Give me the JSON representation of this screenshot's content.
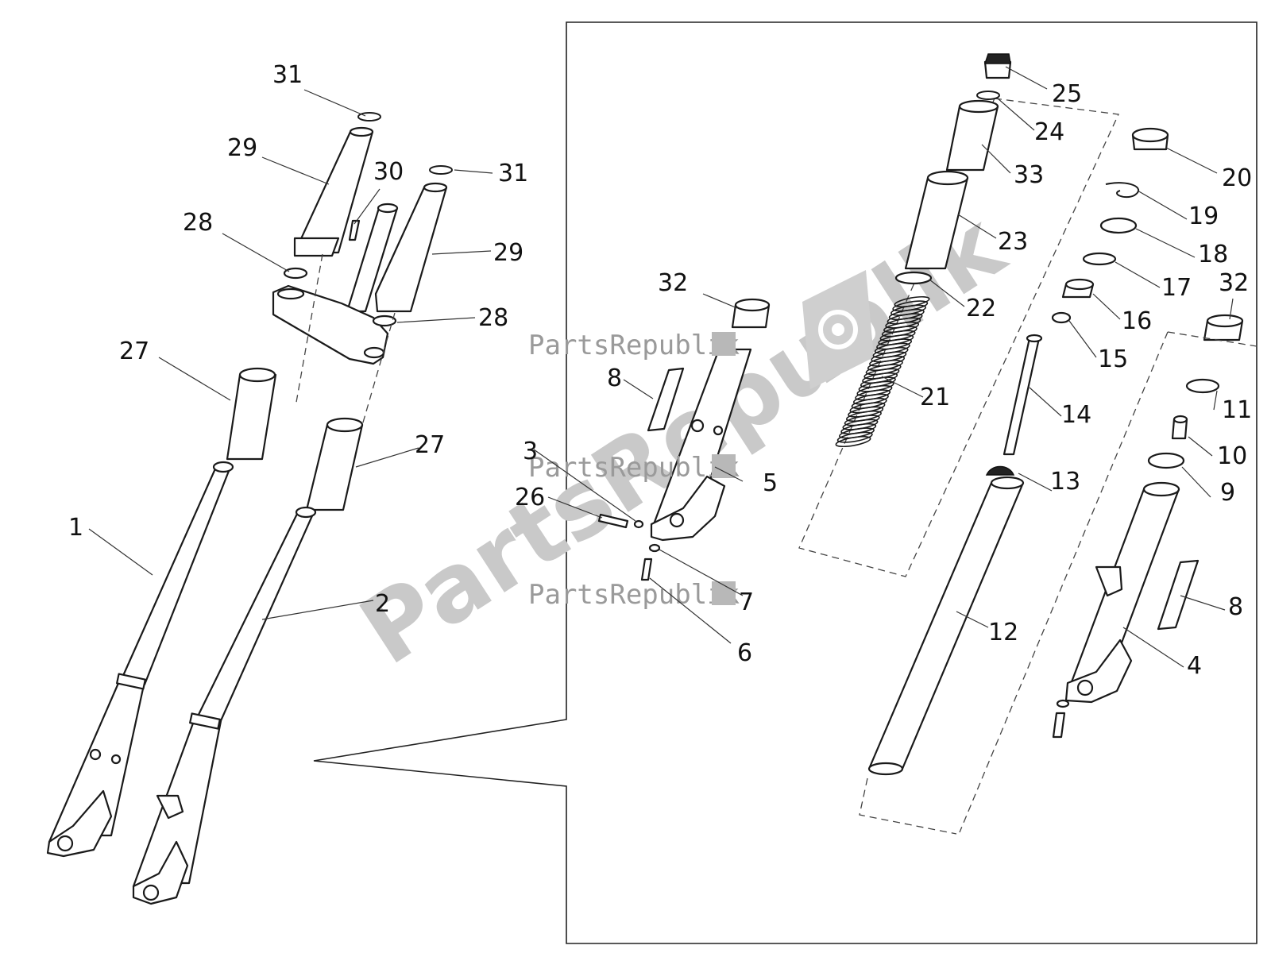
{
  "watermark": {
    "brand": "PartsRepublik",
    "diagonal": "PartsRepublik",
    "icon": "gear-flag-icon"
  },
  "callouts": [
    {
      "id": "c1",
      "text": "1"
    },
    {
      "id": "c2",
      "text": "2"
    },
    {
      "id": "c3",
      "text": "3"
    },
    {
      "id": "c4",
      "text": "4"
    },
    {
      "id": "c5",
      "text": "5"
    },
    {
      "id": "c6",
      "text": "6"
    },
    {
      "id": "c7",
      "text": "7"
    },
    {
      "id": "c8a",
      "text": "8"
    },
    {
      "id": "c8b",
      "text": "8"
    },
    {
      "id": "c9",
      "text": "9"
    },
    {
      "id": "c10",
      "text": "10"
    },
    {
      "id": "c11",
      "text": "11"
    },
    {
      "id": "c12",
      "text": "12"
    },
    {
      "id": "c13",
      "text": "13"
    },
    {
      "id": "c14",
      "text": "14"
    },
    {
      "id": "c15",
      "text": "15"
    },
    {
      "id": "c16",
      "text": "16"
    },
    {
      "id": "c17",
      "text": "17"
    },
    {
      "id": "c18",
      "text": "18"
    },
    {
      "id": "c19",
      "text": "19"
    },
    {
      "id": "c20",
      "text": "20"
    },
    {
      "id": "c21",
      "text": "21"
    },
    {
      "id": "c22",
      "text": "22"
    },
    {
      "id": "c23",
      "text": "23"
    },
    {
      "id": "c24",
      "text": "24"
    },
    {
      "id": "c25",
      "text": "25"
    },
    {
      "id": "c26",
      "text": "26"
    },
    {
      "id": "c27a",
      "text": "27"
    },
    {
      "id": "c27b",
      "text": "27"
    },
    {
      "id": "c28a",
      "text": "28"
    },
    {
      "id": "c28b",
      "text": "28"
    },
    {
      "id": "c29a",
      "text": "29"
    },
    {
      "id": "c29b",
      "text": "29"
    },
    {
      "id": "c30",
      "text": "30"
    },
    {
      "id": "c31a",
      "text": "31"
    },
    {
      "id": "c31b",
      "text": "31"
    },
    {
      "id": "c32a",
      "text": "32"
    },
    {
      "id": "c32b",
      "text": "32"
    },
    {
      "id": "c33",
      "text": "33"
    }
  ]
}
